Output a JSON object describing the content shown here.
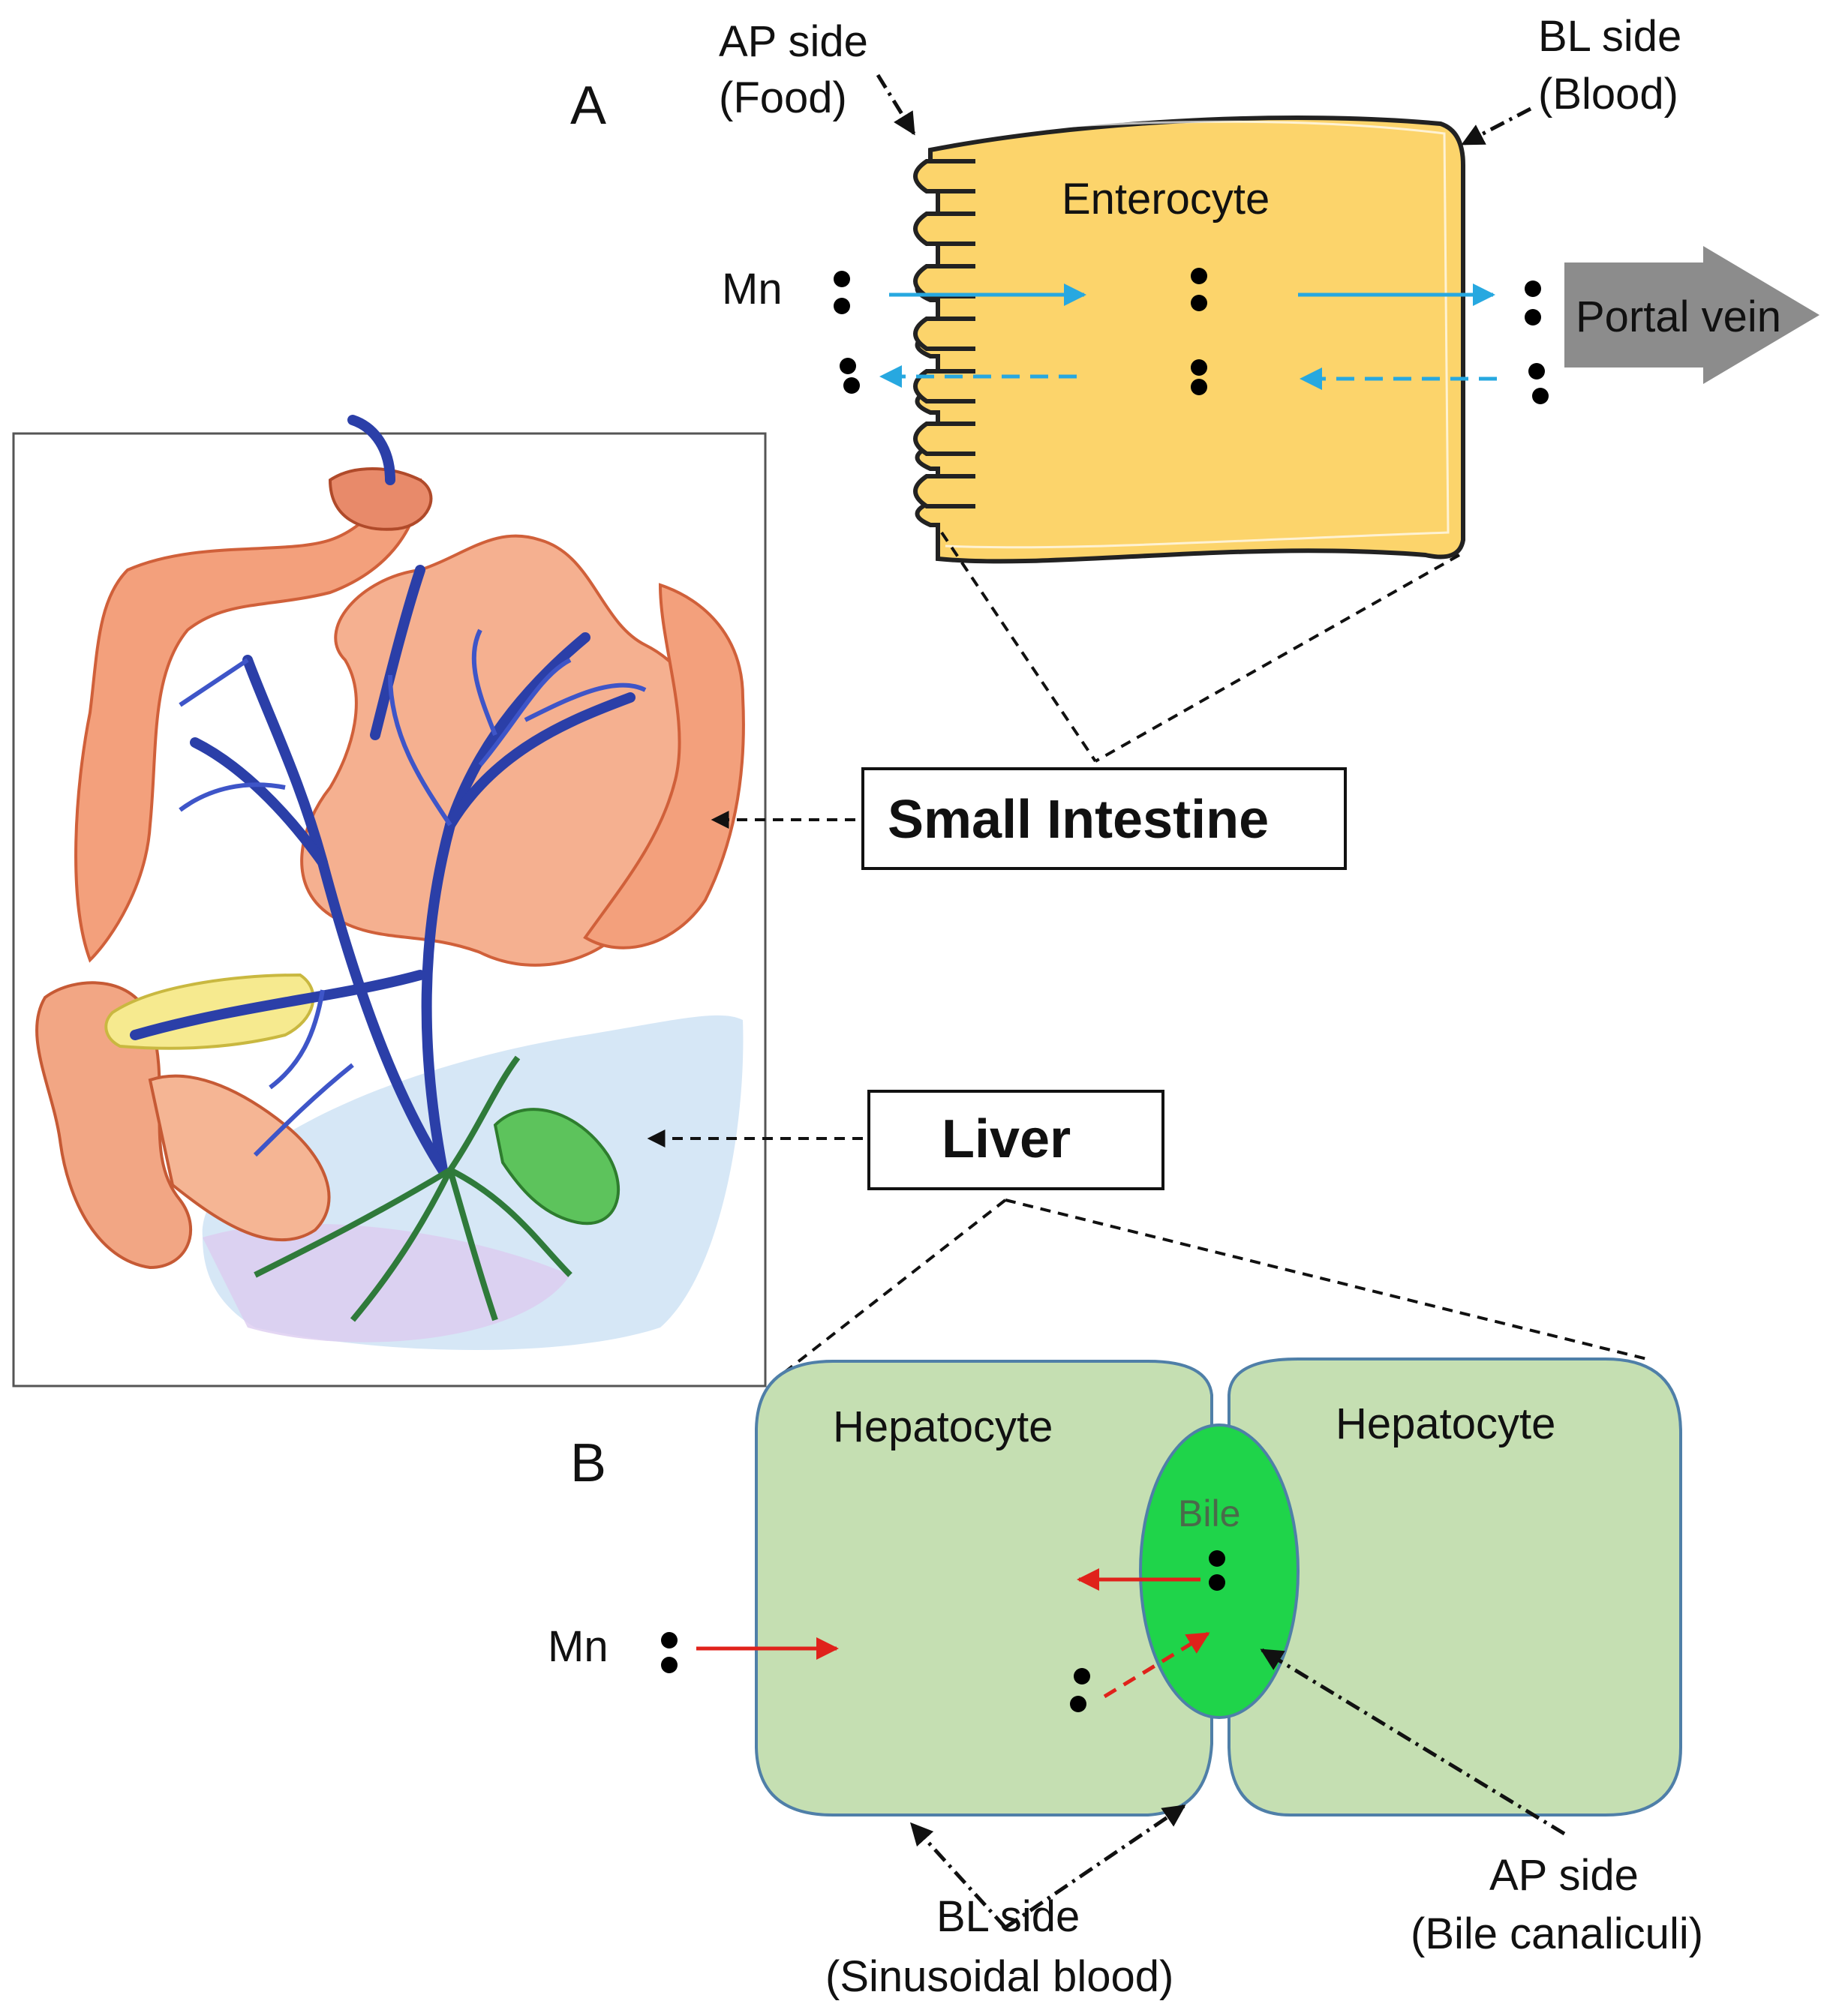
{
  "panel_a": {
    "letter": "A",
    "ap_side_line1": "AP side",
    "ap_side_line2": "(Food)",
    "bl_side_line1": "BL side",
    "bl_side_line2": "(Blood)",
    "cell_label": "Enterocyte",
    "mn_label": "Mn",
    "portal_vein_label": "Portal vein"
  },
  "middle": {
    "small_intestine_label": "Small Intestine",
    "liver_label": "Liver"
  },
  "panel_b": {
    "letter": "B",
    "hepatocyte_left_label": "Hepatocyte",
    "hepatocyte_right_label": "Hepatocyte",
    "bile_label": "Bile",
    "mn_label": "Mn",
    "bl_side_line1": "BL side",
    "bl_side_line2": "(Sinusoidal blood)",
    "ap_side_line1": "AP side",
    "ap_side_line2": "(Bile canaliculi)"
  },
  "colors": {
    "enterocyte_fill": "#FCD46B",
    "enterocyte_stroke": "#222222",
    "hepatocyte_fill": "#C5DFB2",
    "hepatocyte_stroke": "#4F7FA8",
    "bile_fill": "#1FD44A",
    "uptake_arrow_a": "#27A8E0",
    "uptake_arrow_b": "#E0221B",
    "portal_arrow": "#8C8C8C"
  }
}
